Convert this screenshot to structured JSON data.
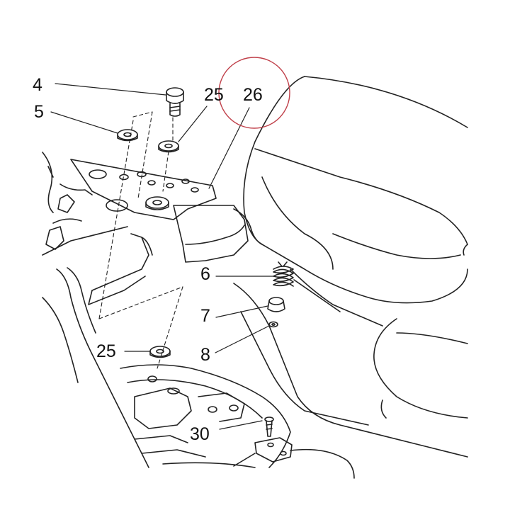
{
  "callouts": {
    "c4": "4",
    "c5": "5",
    "c25_top": "25",
    "c26": "26",
    "c6": "6",
    "c7": "7",
    "c8": "8",
    "c25_bottom": "25",
    "c30": "30"
  },
  "colors": {
    "line": "#222222",
    "highlight_circle": "#c0404a",
    "background": "#ffffff"
  }
}
